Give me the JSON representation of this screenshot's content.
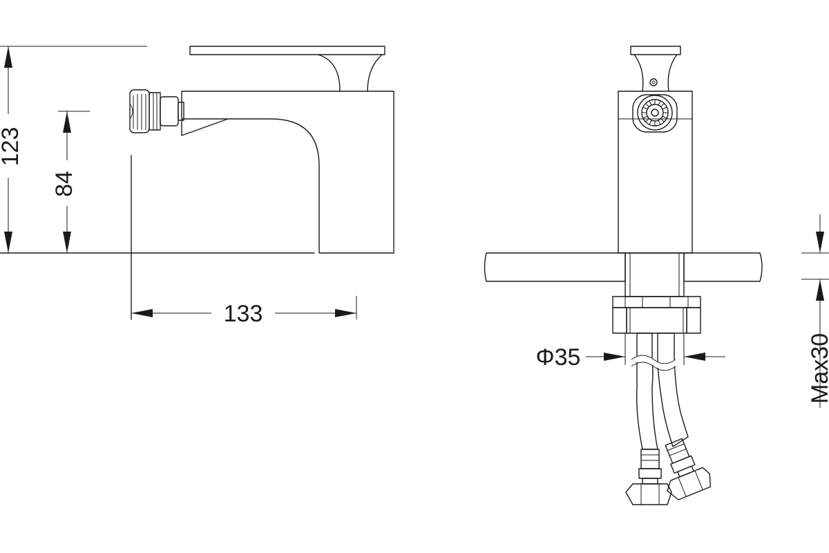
{
  "dimensions": {
    "total_height": "123",
    "spout_height": "84",
    "depth": "133",
    "body_diameter": "Φ35",
    "max_deck_thickness": "Max30"
  },
  "colors": {
    "line": "#1a1a1a",
    "background": "#ffffff"
  }
}
